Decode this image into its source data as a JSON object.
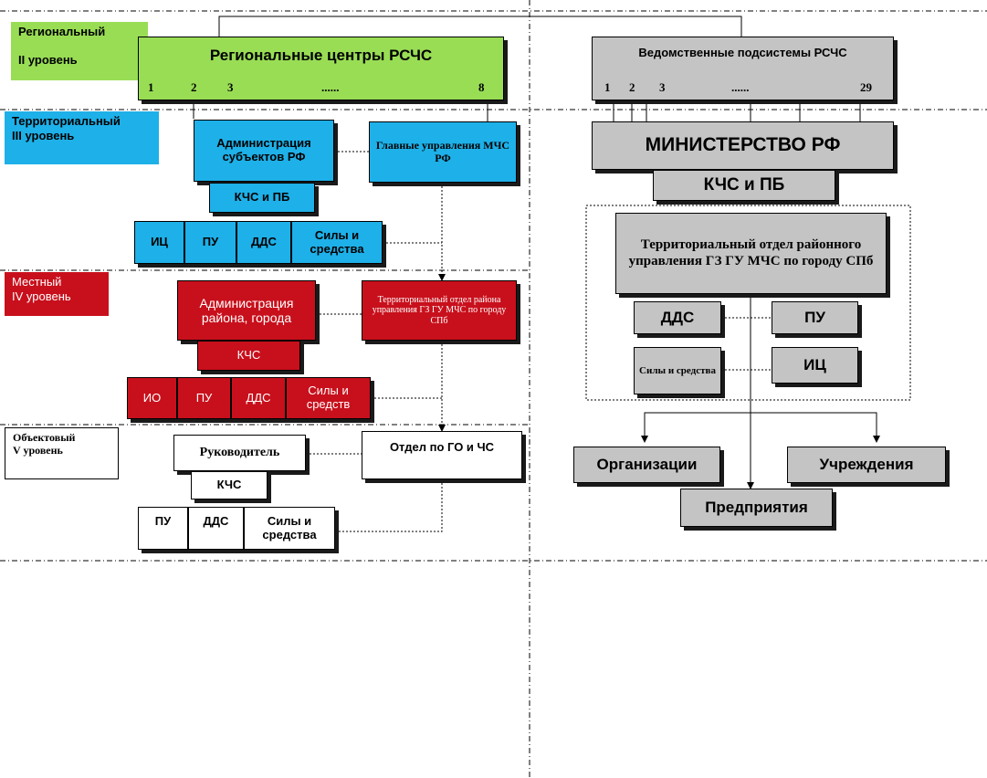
{
  "levels": {
    "regional": "Региональный\n\nII уровень",
    "territorial": "Территориальный\nIII уровень",
    "local": "Местный\nIV уровень",
    "object": "Объектовый\nV  уровень"
  },
  "left": {
    "regional_centers": "Региональные  центры РСЧС",
    "regional_numbers": [
      "1",
      "2",
      "3",
      "......",
      "8"
    ],
    "admin_subjects": "Администрация субъектов РФ",
    "mchs_main": "Главные управления МЧС РФ",
    "kchs_pb": "КЧС и ПБ",
    "terr_row": [
      "ИЦ",
      "ПУ",
      "ДДС",
      "Силы и средства"
    ],
    "admin_district": "Администрация района, города",
    "terr_dept": "Территориальный отдел района управления ГЗ ГУ МЧС по городу СПб",
    "kchs_local": "КЧС",
    "local_row": [
      "ИО",
      "ПУ",
      "ДДС",
      "Силы и средств"
    ],
    "head": "Руководитель",
    "go_dept": "Отдел по ГО и ЧС",
    "kchs_object": "КЧС",
    "object_row": [
      "ПУ",
      "ДДС",
      "Силы и средства"
    ]
  },
  "right": {
    "departmental": "Ведомственные подсистемы РСЧС",
    "departmental_numbers": [
      "1",
      "2",
      "3",
      "......",
      "29"
    ],
    "ministry": "МИНИСТЕРСТВО РФ",
    "kchs_pb": "КЧС и ПБ",
    "terr_dept": "Территориальный отдел районного управления ГЗ ГУ МЧС по городу СПб",
    "dds": "ДДС",
    "pu": "ПУ",
    "forces": "Силы и средства",
    "ic": "ИЦ",
    "organizations": "Организации",
    "institutions": "Учреждения",
    "enterprises": "Предприятия"
  },
  "colors": {
    "regional": "#99dd55",
    "territorial": "#1eb0e8",
    "local": "#c8101c",
    "departmental": "#c4c4c4"
  }
}
